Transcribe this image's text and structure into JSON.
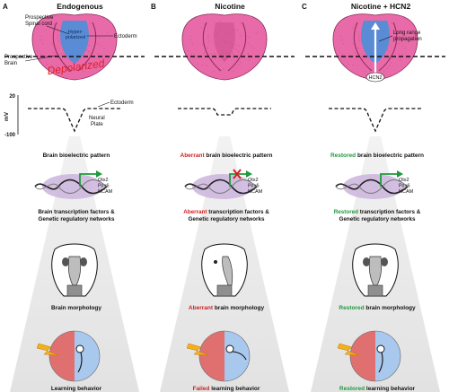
{
  "panels": [
    {
      "letter": "A",
      "title": "Endogenous",
      "embryo_labels": {
        "spinal_cord": [
          "Prospective",
          "Spinal cord"
        ],
        "ectoderm": "Ectoderm",
        "brain": [
          "Prospective",
          "Brain"
        ],
        "hyperpolarized": [
          "Hyper-",
          "polarized"
        ],
        "depolarized": "Depolarized"
      },
      "trace_labels": {
        "ectoderm": "Ectoderm",
        "neural_plate": [
          "Neural",
          "Plate"
        ]
      },
      "bioelectric": {
        "prefix": "",
        "rest": "Brain bioelectric pattern"
      },
      "genes": [
        "Otx2",
        "Pax6",
        "NCAM"
      ],
      "transcription": {
        "prefix": "",
        "line1_rest": "Brain transcription factors &",
        "line2": "Genetic regulatory networks"
      },
      "morphology": {
        "prefix": "",
        "rest": "Brain morphology"
      },
      "learning": {
        "prefix": "",
        "rest": "Learning behavior"
      }
    },
    {
      "letter": "B",
      "title": "Nicotine",
      "bioelectric": {
        "prefix": "Aberrant",
        "rest": " brain bioelectric pattern"
      },
      "genes": [
        "Otx2",
        "Pax6",
        "NCAM"
      ],
      "transcription": {
        "prefix": "Aberrant",
        "line1_rest": " transcription factors &",
        "line2": "Genetic regulatory networks"
      },
      "morphology": {
        "prefix": "Aberrant",
        "rest": " brain morphology"
      },
      "learning": {
        "prefix": "Failed",
        "rest": " learning behavior"
      }
    },
    {
      "letter": "C",
      "title": "Nicotine + HCN2",
      "embryo_labels": {
        "long_range": [
          "Long range",
          "propagation"
        ],
        "hcn2": "HCN2"
      },
      "bioelectric": {
        "prefix": "Restored",
        "rest": " brain bioelectric pattern"
      },
      "genes": [
        "Otx2",
        "Pax6",
        "NCAM"
      ],
      "transcription": {
        "prefix": "Restored",
        "line1_rest": " transcription factors &",
        "line2": "Genetic regulatory networks"
      },
      "morphology": {
        "prefix": "Restored",
        "rest": " brain morphology"
      },
      "learning": {
        "prefix": "Restored",
        "rest": " learning behavior"
      }
    }
  ],
  "axis": {
    "label": "mV",
    "top": "20",
    "bottom": "-100"
  },
  "colors": {
    "embryo_pink": "#e86aa8",
    "embryo_outline": "#8a2a5a",
    "hyper_blue": "#4a90d9",
    "depol_red": "#e02020",
    "beam": "#e6e6e6",
    "aberrant_red": "#d11f1f",
    "restored_green": "#1e9a3c",
    "grn_purple": "#cbb4dc",
    "arena_red": "#e07070",
    "arena_blue": "#a9c8ee",
    "lightning": "#f2b01e"
  },
  "icons": {
    "bioelectric_x": "red-x-icon",
    "gene_arrow": "green-arrow-icon",
    "lightning": "lightning-bolt-icon"
  }
}
